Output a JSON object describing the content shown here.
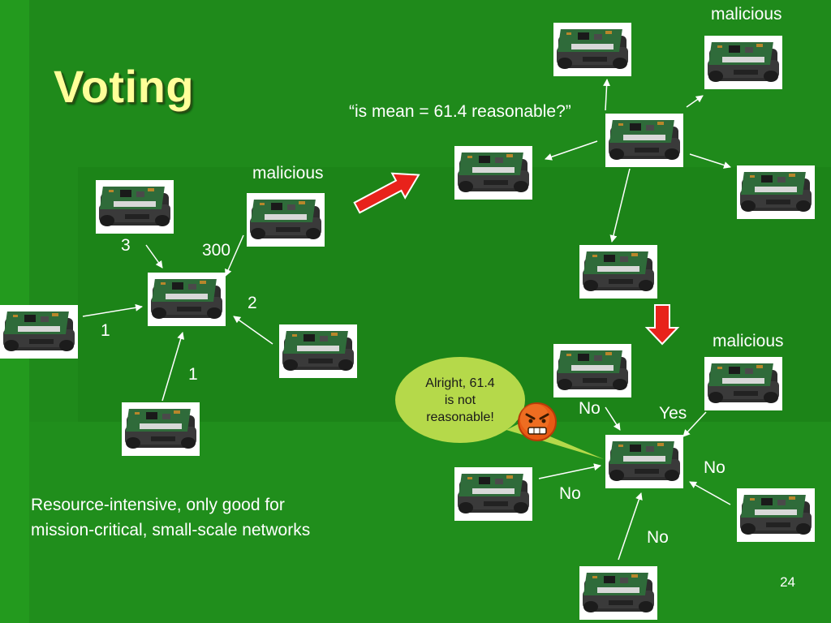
{
  "title": "Voting",
  "question": "“is mean = 61.4 reasonable?”",
  "labels": {
    "malicious_left": "malicious",
    "malicious_top_right": "malicious",
    "malicious_bottom_right": "malicious",
    "val_3": "3",
    "val_300": "300",
    "val_2": "2",
    "val_1_left": "1",
    "val_1_bottom": "1",
    "vote_no_1": "No",
    "vote_yes": "Yes",
    "vote_no_2": "No",
    "vote_no_3": "No",
    "vote_no_4": "No"
  },
  "speech_bubble": {
    "lines": [
      "Alright, 61.4",
      "is not",
      "reasonable!"
    ]
  },
  "note_lines": [
    "Resource-intensive, only good for",
    "mission-critical, small-scale networks"
  ],
  "page_number": "24",
  "icons": {
    "sensor": "sensor-node-icon",
    "angry": "angry-face-icon",
    "big_arrow_right": "big-arrow-right-icon",
    "big_arrow_down": "big-arrow-down-icon"
  },
  "colors": {
    "background": "#1f8a1b",
    "title": "#ffff99",
    "text": "#ffffff",
    "bubble": "#b5d94a",
    "big_arrow": "#e8221b"
  }
}
